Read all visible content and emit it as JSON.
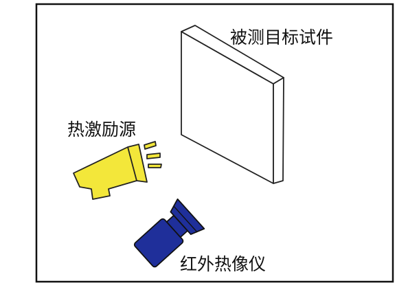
{
  "labels": {
    "target": "被测目标试件",
    "heat_source": "热激励源",
    "camera": "红外热像仪"
  },
  "colors": {
    "frame": "#111111",
    "heat_source": "#f3e73a",
    "camera": "#1f2f9a",
    "specimen": "#ffffff"
  },
  "icons": {
    "heat_source": "megaphone-icon",
    "camera": "infrared-camera-icon"
  }
}
